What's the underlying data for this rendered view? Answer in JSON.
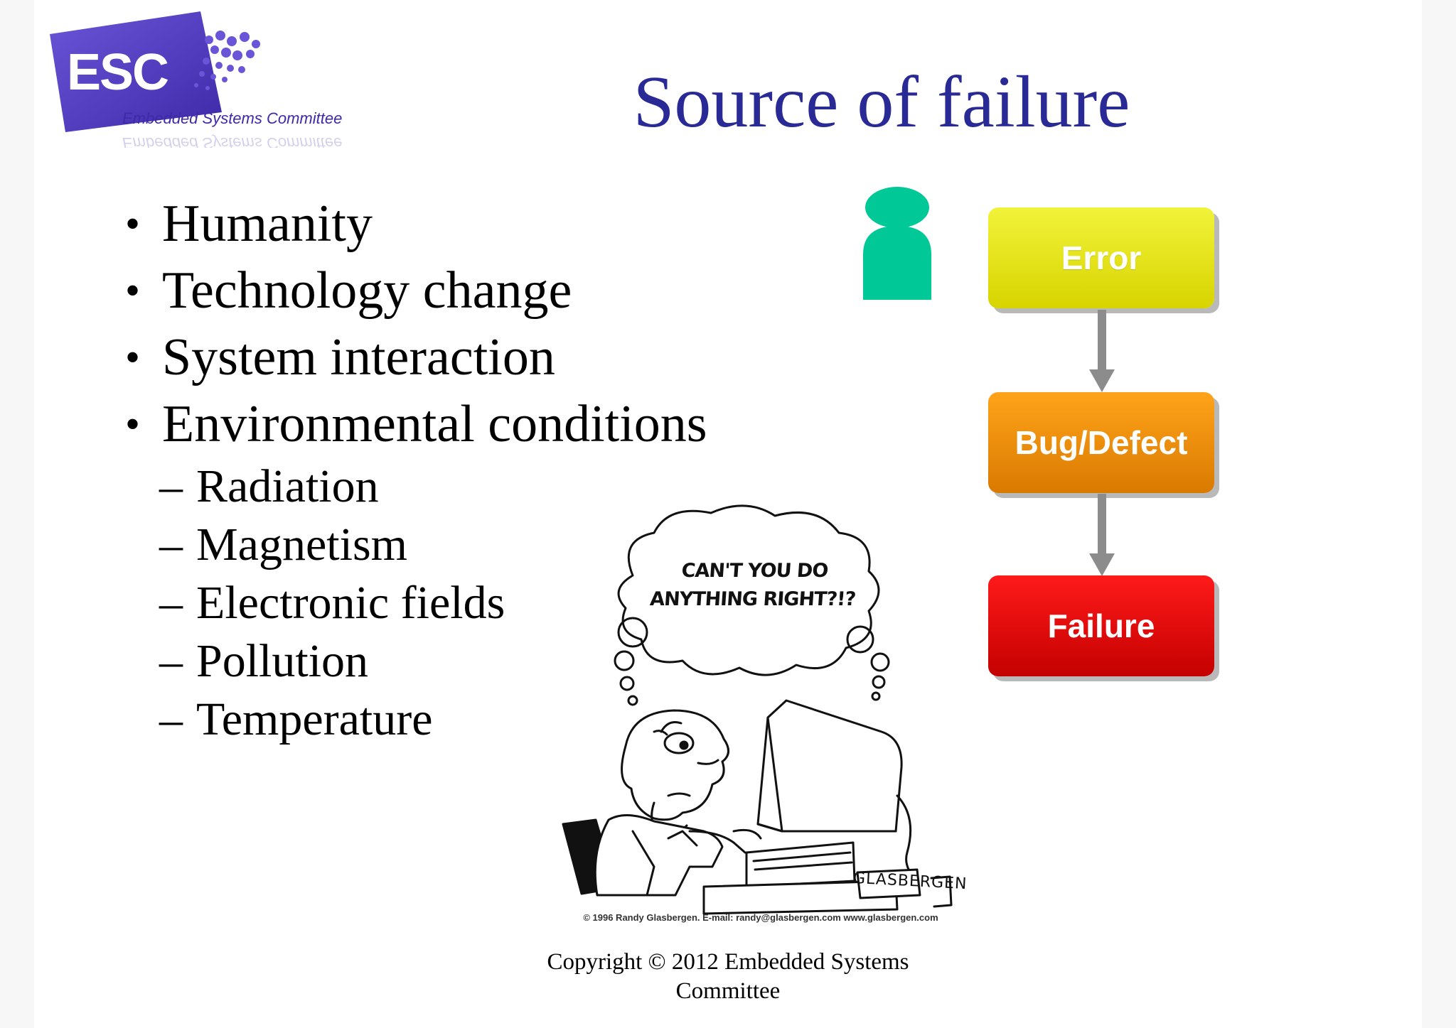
{
  "slide": {
    "title": "Source of failure",
    "logo": {
      "mark": "ESC",
      "name": "Embedded Systems Committee"
    },
    "bullets": [
      "Humanity",
      "Technology change",
      "System interaction",
      "Environmental conditions"
    ],
    "bullet_glyph": "•",
    "dash_glyph": "–",
    "sub_bullets": [
      "Radiation",
      "Magnetism",
      "Electronic fields",
      "Pollution",
      "Temperature"
    ],
    "flow": {
      "boxes": [
        {
          "label": "Error",
          "color": "#e4e400"
        },
        {
          "label": "Bug/Defect",
          "color": "#f39200"
        },
        {
          "label": "Failure",
          "color": "#e00000"
        }
      ],
      "person_icon": "person-icon",
      "person_color": "#00c896",
      "arrow_color": "#8c8c8c"
    },
    "cartoon": {
      "bubble_line1": "CAN'T YOU DO",
      "bubble_line2": "ANYTHING RIGHT?!?",
      "signature": "GLASBERGEN",
      "credit": "© 1996 Randy Glasbergen.   E-mail: randy@glasbergen.com   www.glasbergen.com"
    },
    "footer": {
      "line1": "Copyright © 2012 Embedded Systems",
      "line2": "Committee"
    },
    "colors": {
      "title": "#2a2a96",
      "logo": "#5b46c8"
    }
  }
}
